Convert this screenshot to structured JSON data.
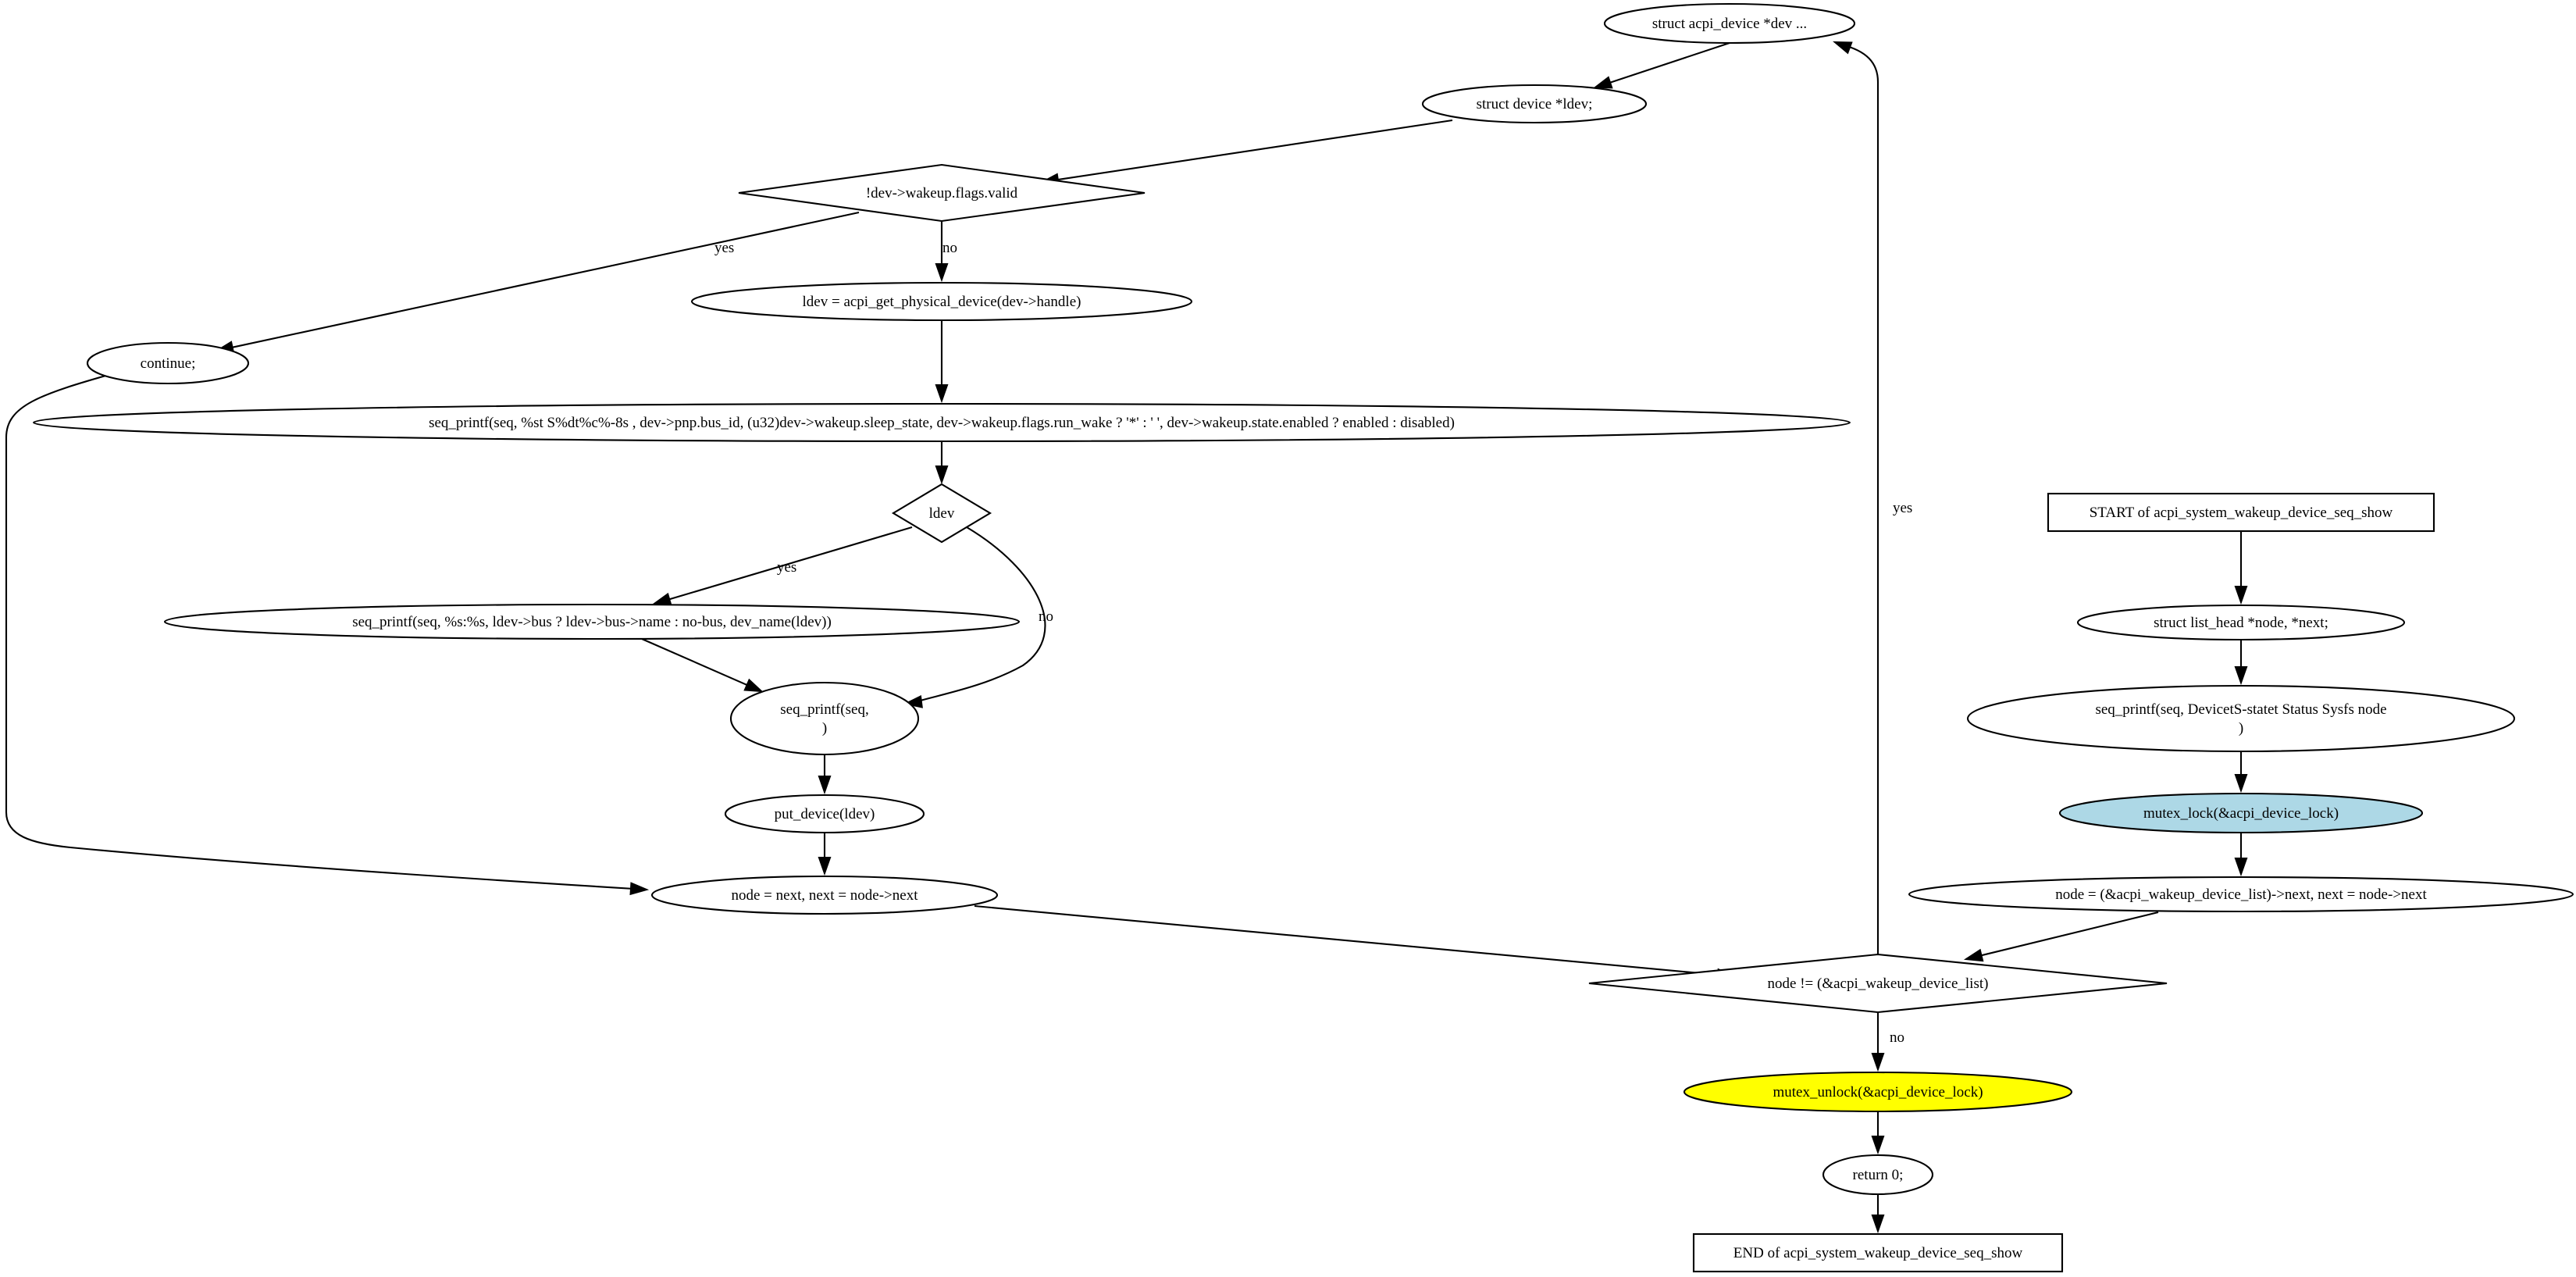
{
  "colors": {
    "default_fill": "#ffffff",
    "highlight_blue": "#add8e6",
    "highlight_yellow": "#ffff00",
    "stroke": "#000000"
  },
  "nodes": [
    {
      "id": "start",
      "shape": "box",
      "fill": "#ffffff",
      "lines": [
        "START of acpi_system_wakeup_device_seq_show"
      ]
    },
    {
      "id": "decl_node",
      "shape": "ellipse",
      "fill": "#ffffff",
      "lines": [
        "struct list_head *node, *next;"
      ]
    },
    {
      "id": "printf_header",
      "shape": "ellipse",
      "fill": "#ffffff",
      "lines": [
        "seq_printf(seq, DevicetS-statet  Status   Sysfs node",
        ")"
      ]
    },
    {
      "id": "mutex_lock",
      "shape": "ellipse",
      "fill": "#add8e6",
      "lines": [
        "mutex_lock(&acpi_device_lock)"
      ]
    },
    {
      "id": "node_init",
      "shape": "ellipse",
      "fill": "#ffffff",
      "lines": [
        "node = (&acpi_wakeup_device_list)->next, next = node->next"
      ]
    },
    {
      "id": "loop_cond",
      "shape": "diamond",
      "fill": "#ffffff",
      "lines": [
        "node != (&acpi_wakeup_device_list)"
      ]
    },
    {
      "id": "mutex_unlock",
      "shape": "ellipse",
      "fill": "#ffff00",
      "lines": [
        "mutex_unlock(&acpi_device_lock)"
      ]
    },
    {
      "id": "return0",
      "shape": "ellipse",
      "fill": "#ffffff",
      "lines": [
        "return 0;"
      ]
    },
    {
      "id": "end",
      "shape": "box",
      "fill": "#ffffff",
      "lines": [
        "END of acpi_system_wakeup_device_seq_show"
      ]
    },
    {
      "id": "decl_dev",
      "shape": "ellipse",
      "fill": "#ffffff",
      "lines": [
        "struct acpi_device *dev  ..."
      ]
    },
    {
      "id": "decl_ldev",
      "shape": "ellipse",
      "fill": "#ffffff",
      "lines": [
        "struct device *ldev;"
      ]
    },
    {
      "id": "check_valid",
      "shape": "diamond",
      "fill": "#ffffff",
      "lines": [
        "!dev->wakeup.flags.valid"
      ]
    },
    {
      "id": "continue",
      "shape": "ellipse",
      "fill": "#ffffff",
      "lines": [
        "continue;"
      ]
    },
    {
      "id": "get_phys",
      "shape": "ellipse",
      "fill": "#ffffff",
      "lines": [
        "ldev = acpi_get_physical_device(dev->handle)"
      ]
    },
    {
      "id": "printf_dev",
      "shape": "ellipse",
      "fill": "#ffffff",
      "lines": [
        "seq_printf(seq, %st  S%dt%c%-8s  , dev->pnp.bus_id, (u32)dev->wakeup.sleep_state, dev->wakeup.flags.run_wake ? '*' : ' ', dev->wakeup.state.enabled ? enabled : disabled)"
      ]
    },
    {
      "id": "check_ldev",
      "shape": "diamond",
      "fill": "#ffffff",
      "lines": [
        "ldev"
      ]
    },
    {
      "id": "printf_bus",
      "shape": "ellipse",
      "fill": "#ffffff",
      "lines": [
        "seq_printf(seq, %s:%s, ldev->bus ? ldev->bus->name : no-bus, dev_name(ldev))"
      ]
    },
    {
      "id": "printf_nl",
      "shape": "ellipse",
      "fill": "#ffffff",
      "lines": [
        "seq_printf(seq,",
        ")"
      ]
    },
    {
      "id": "put_device",
      "shape": "ellipse",
      "fill": "#ffffff",
      "lines": [
        "put_device(ldev)"
      ]
    },
    {
      "id": "node_next",
      "shape": "ellipse",
      "fill": "#ffffff",
      "lines": [
        "node = next, next = node->next"
      ]
    }
  ],
  "edges": [
    {
      "from": "start",
      "to": "decl_node",
      "label": ""
    },
    {
      "from": "decl_node",
      "to": "printf_header",
      "label": ""
    },
    {
      "from": "printf_header",
      "to": "mutex_lock",
      "label": ""
    },
    {
      "from": "mutex_lock",
      "to": "node_init",
      "label": ""
    },
    {
      "from": "node_init",
      "to": "loop_cond",
      "label": ""
    },
    {
      "from": "loop_cond",
      "to": "decl_dev",
      "label": "yes"
    },
    {
      "from": "loop_cond",
      "to": "mutex_unlock",
      "label": "no"
    },
    {
      "from": "mutex_unlock",
      "to": "return0",
      "label": ""
    },
    {
      "from": "return0",
      "to": "end",
      "label": ""
    },
    {
      "from": "decl_dev",
      "to": "decl_ldev",
      "label": ""
    },
    {
      "from": "decl_ldev",
      "to": "check_valid",
      "label": ""
    },
    {
      "from": "check_valid",
      "to": "continue",
      "label": "yes"
    },
    {
      "from": "check_valid",
      "to": "get_phys",
      "label": "no"
    },
    {
      "from": "get_phys",
      "to": "printf_dev",
      "label": ""
    },
    {
      "from": "printf_dev",
      "to": "check_ldev",
      "label": ""
    },
    {
      "from": "check_ldev",
      "to": "printf_bus",
      "label": "yes"
    },
    {
      "from": "check_ldev",
      "to": "printf_nl",
      "label": "no"
    },
    {
      "from": "printf_bus",
      "to": "printf_nl",
      "label": ""
    },
    {
      "from": "printf_nl",
      "to": "put_device",
      "label": ""
    },
    {
      "from": "put_device",
      "to": "node_next",
      "label": ""
    },
    {
      "from": "continue",
      "to": "node_next",
      "label": ""
    },
    {
      "from": "node_next",
      "to": "loop_cond",
      "label": ""
    }
  ]
}
